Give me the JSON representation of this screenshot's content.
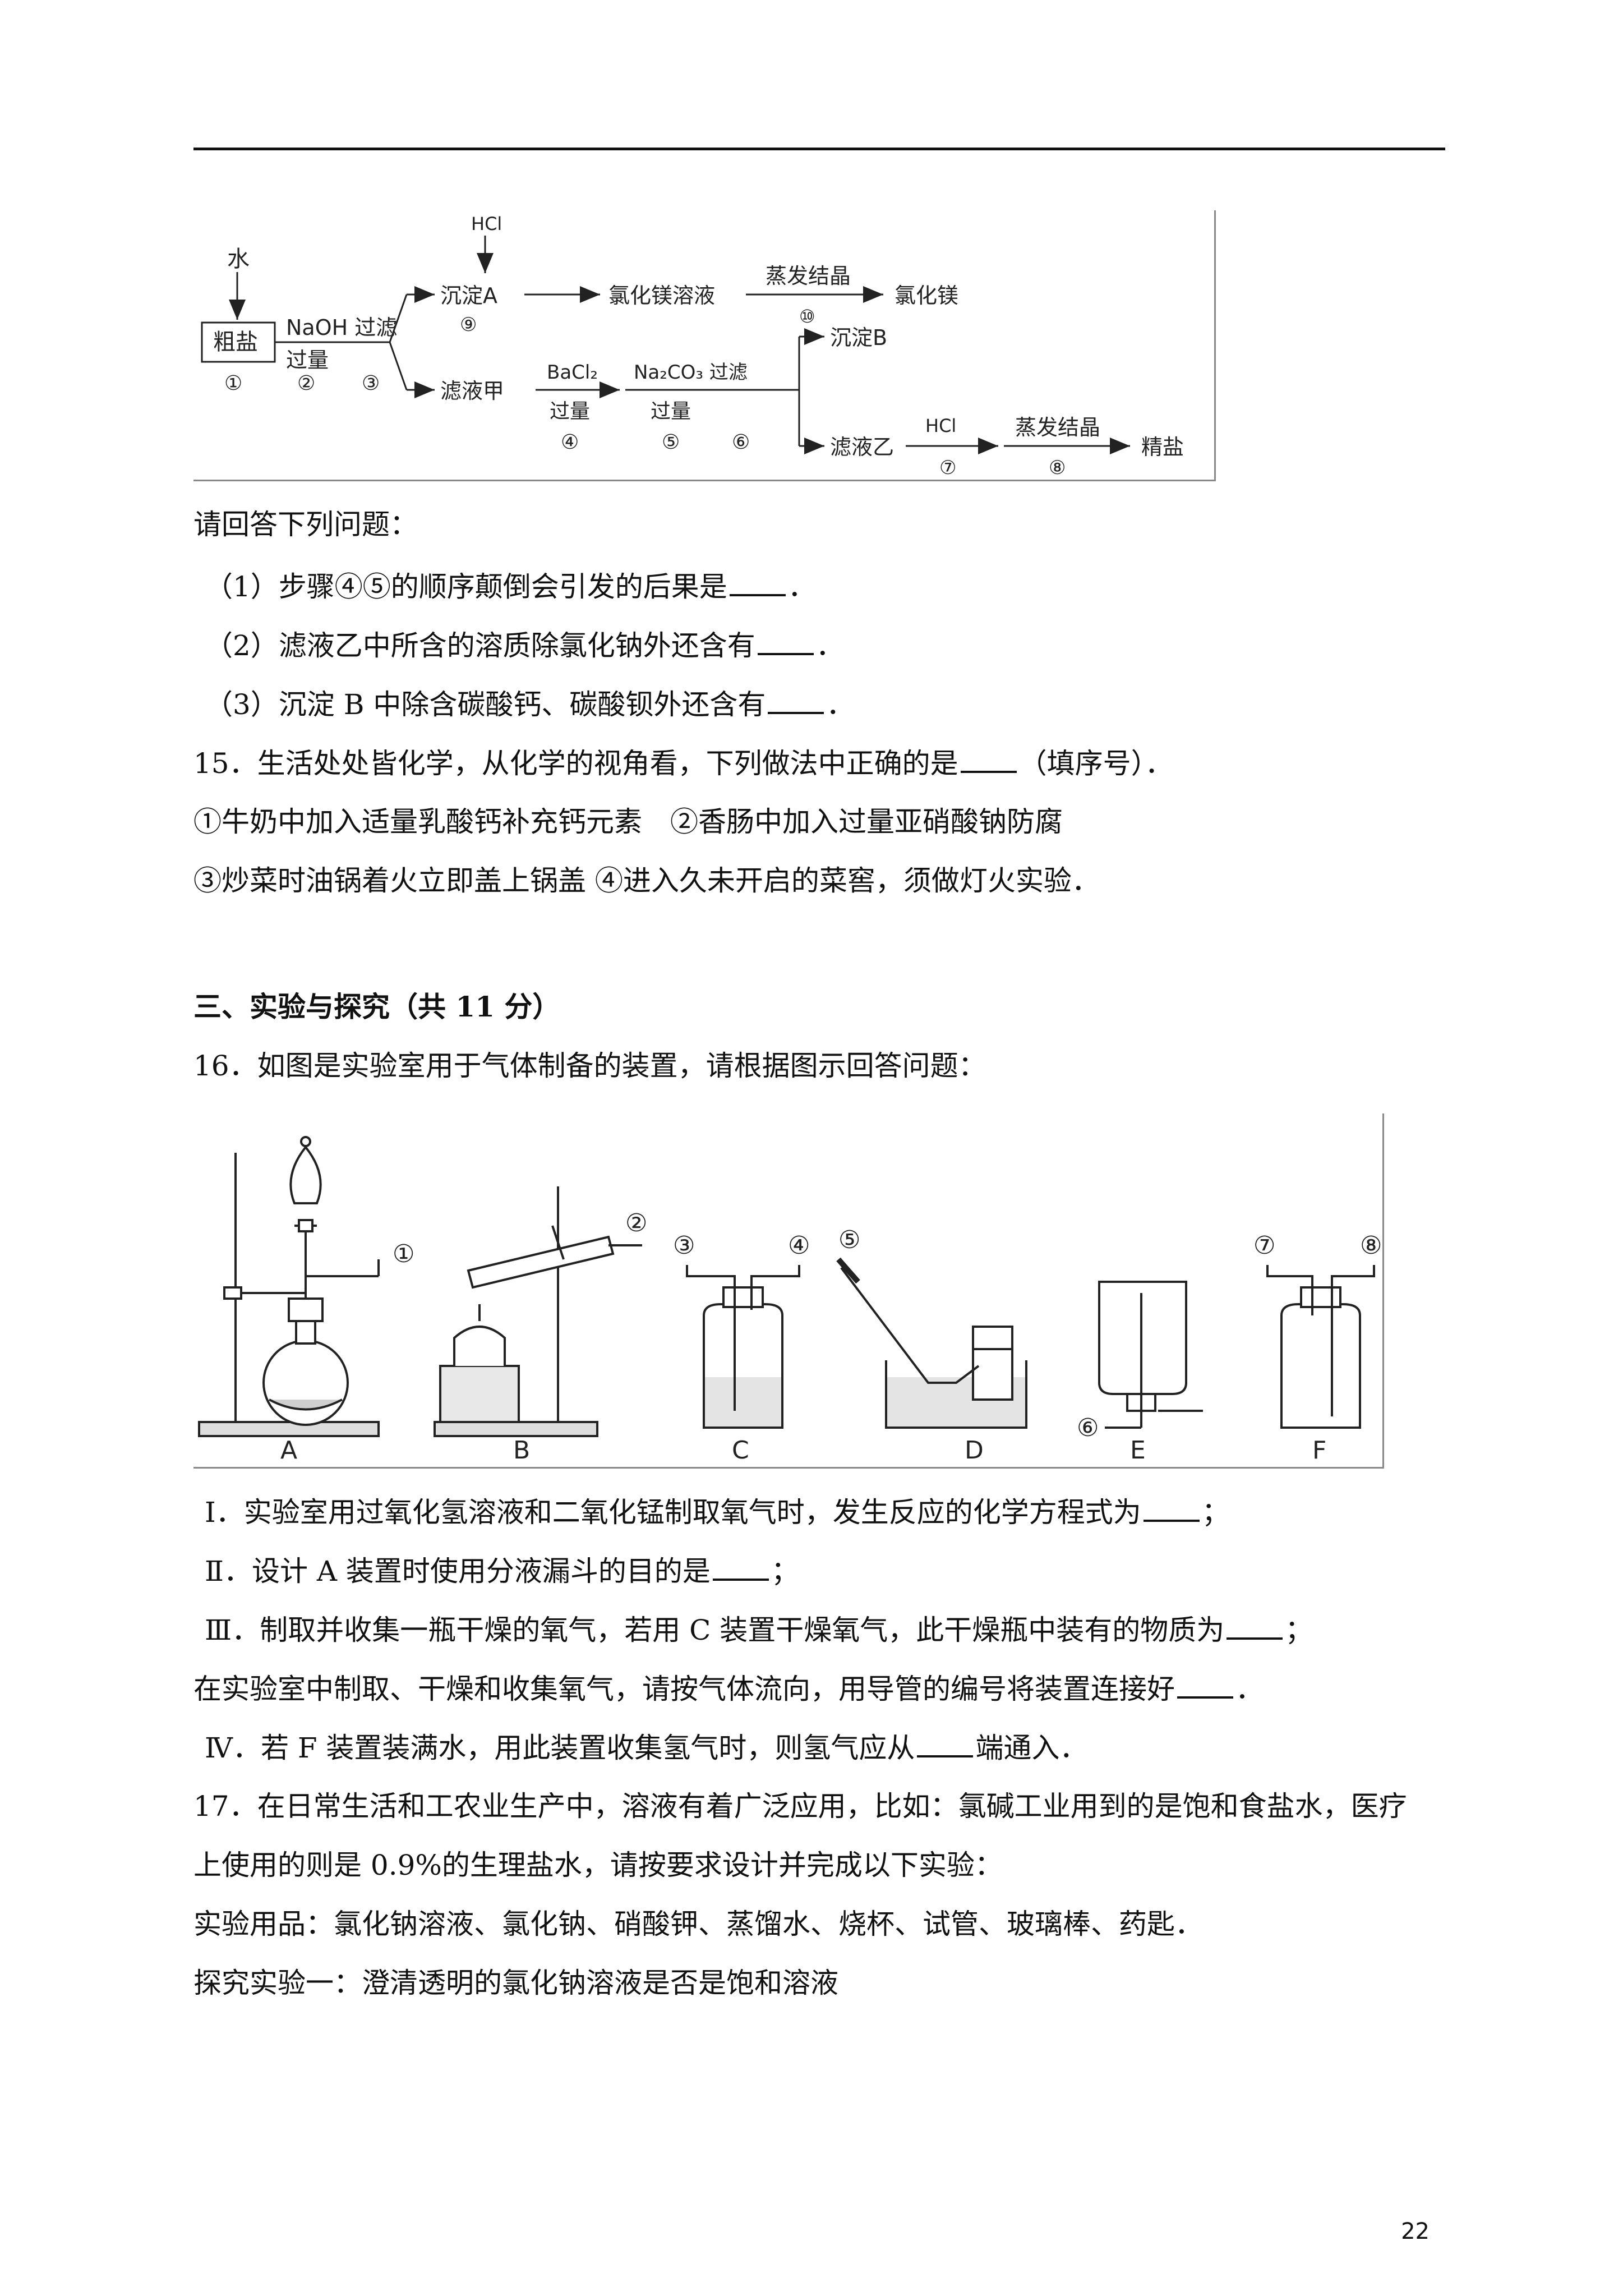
{
  "flowchart": {
    "water": "水",
    "crude_salt": "粗盐",
    "naoh_filter": "NaOH 过滤",
    "excess": "过量",
    "hcl": "HCl",
    "precip_a": "沉淀A",
    "mgcl2_solution": "氯化镁溶液",
    "evaporate": "蒸发结晶",
    "mgcl2": "氯化镁",
    "filtrate_jia": "滤液甲",
    "bacl2": "BaCl₂",
    "na2co3_filter": "Na₂CO₃ 过滤",
    "precip_b": "沉淀B",
    "filtrate_yi": "滤液乙",
    "refined_salt": "精盐",
    "steps": [
      "①",
      "②",
      "③",
      "④",
      "⑤",
      "⑥",
      "⑦",
      "⑧",
      "⑨",
      "⑩"
    ]
  },
  "text": {
    "prompt": "请回答下列问题：",
    "q1": "（1）步骤④⑤的顺序颠倒会引发的后果是",
    "q2": "（2）滤液乙中所含的溶质除氯化钠外还含有",
    "q3": "（3）沉淀 B 中除含碳酸钙、碳酸钡外还含有",
    "q15": "15．生活处处皆化学，从化学的视角看，下列做法中正确的是",
    "q15_tail": "（填序号）．",
    "q15_opt1": "①牛奶中加入适量乳酸钙补充钙元素　②香肠中加入过量亚硝酸钠防腐",
    "q15_opt2": "③炒菜时油锅着火立即盖上锅盖 ④进入久未开启的菜窖，须做灯火实验．",
    "section3": "三、实验与探究（共 11 分）",
    "q16": "16．如图是实验室用于气体制备的装置，请根据图示回答问题：",
    "q16_i": "Ⅰ．实验室用过氧化氢溶液和二氧化锰制取氧气时，发生反应的化学方程式为",
    "q16_ii": "Ⅱ．设计 A 装置时使用分液漏斗的目的是",
    "q16_iii": "Ⅲ．制取并收集一瓶干燥的氧气，若用 C 装置干燥氧气，此干燥瓶中装有的物质为",
    "q16_iii_b": "在实验室中制取、干燥和收集氧气，请按气体流向，用导管的编号将装置连接好",
    "q16_iv": "Ⅳ．若 F 装置装满水，用此装置收集氢气时，则氢气应从",
    "q16_iv_tail": "端通入．",
    "q17_1": "17．在日常生活和工农业生产中，溶液有着广泛应用，比如：氯碱工业用到的是饱和食盐水，医疗",
    "q17_2": "上使用的则是 0.9%的生理盐水，请按要求设计并完成以下实验：",
    "q17_materials": "实验用品：氯化钠溶液、氯化钠、硝酸钾、蒸馏水、烧杯、试管、玻璃棒、药匙．",
    "q17_explore1": "探究实验一：澄清透明的氯化钠溶液是否是饱和溶液",
    "semicolon": "；",
    "period": "．"
  },
  "apparatus": {
    "labels": [
      "A",
      "B",
      "C",
      "D",
      "E",
      "F"
    ],
    "tubes": [
      "①",
      "②",
      "③",
      "④",
      "⑤",
      "⑥",
      "⑦",
      "⑧"
    ]
  },
  "page_number": "22"
}
